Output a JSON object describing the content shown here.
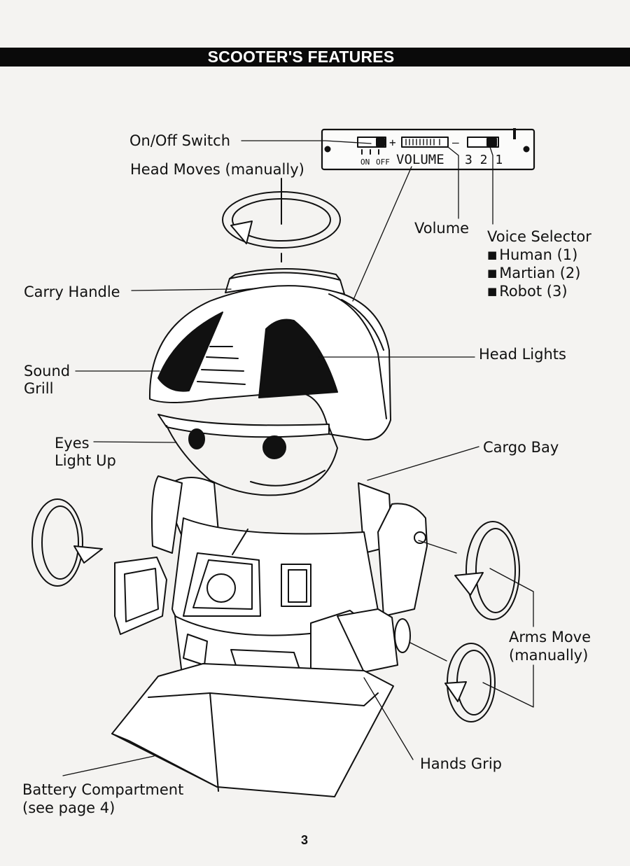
{
  "title": "SCOOTER'S FEATURES",
  "panel": {
    "on": "ON",
    "off": "OFF",
    "volume": "VOLUME",
    "plus": "+",
    "minus": "—",
    "voice_numbers": "3 2 1"
  },
  "labels": {
    "on_off_switch": "On/Off Switch",
    "head_moves": "Head Moves (manually)",
    "volume": "Volume",
    "voice_selector": "Voice Selector",
    "voice_options": [
      "Human (1)",
      "Martian (2)",
      "Robot (3)"
    ],
    "carry_handle": "Carry Handle",
    "sound_grill_1": "Sound",
    "sound_grill_2": "Grill",
    "head_lights": "Head Lights",
    "eyes_1": "Eyes",
    "eyes_2": "Light Up",
    "cargo_bay": "Cargo Bay",
    "arms_move_1": "Arms Move",
    "arms_move_2": "(manually)",
    "hands_grip": "Hands Grip",
    "battery_1": "Battery Compartment",
    "battery_2": "(see page 4)"
  },
  "page_number": "3"
}
